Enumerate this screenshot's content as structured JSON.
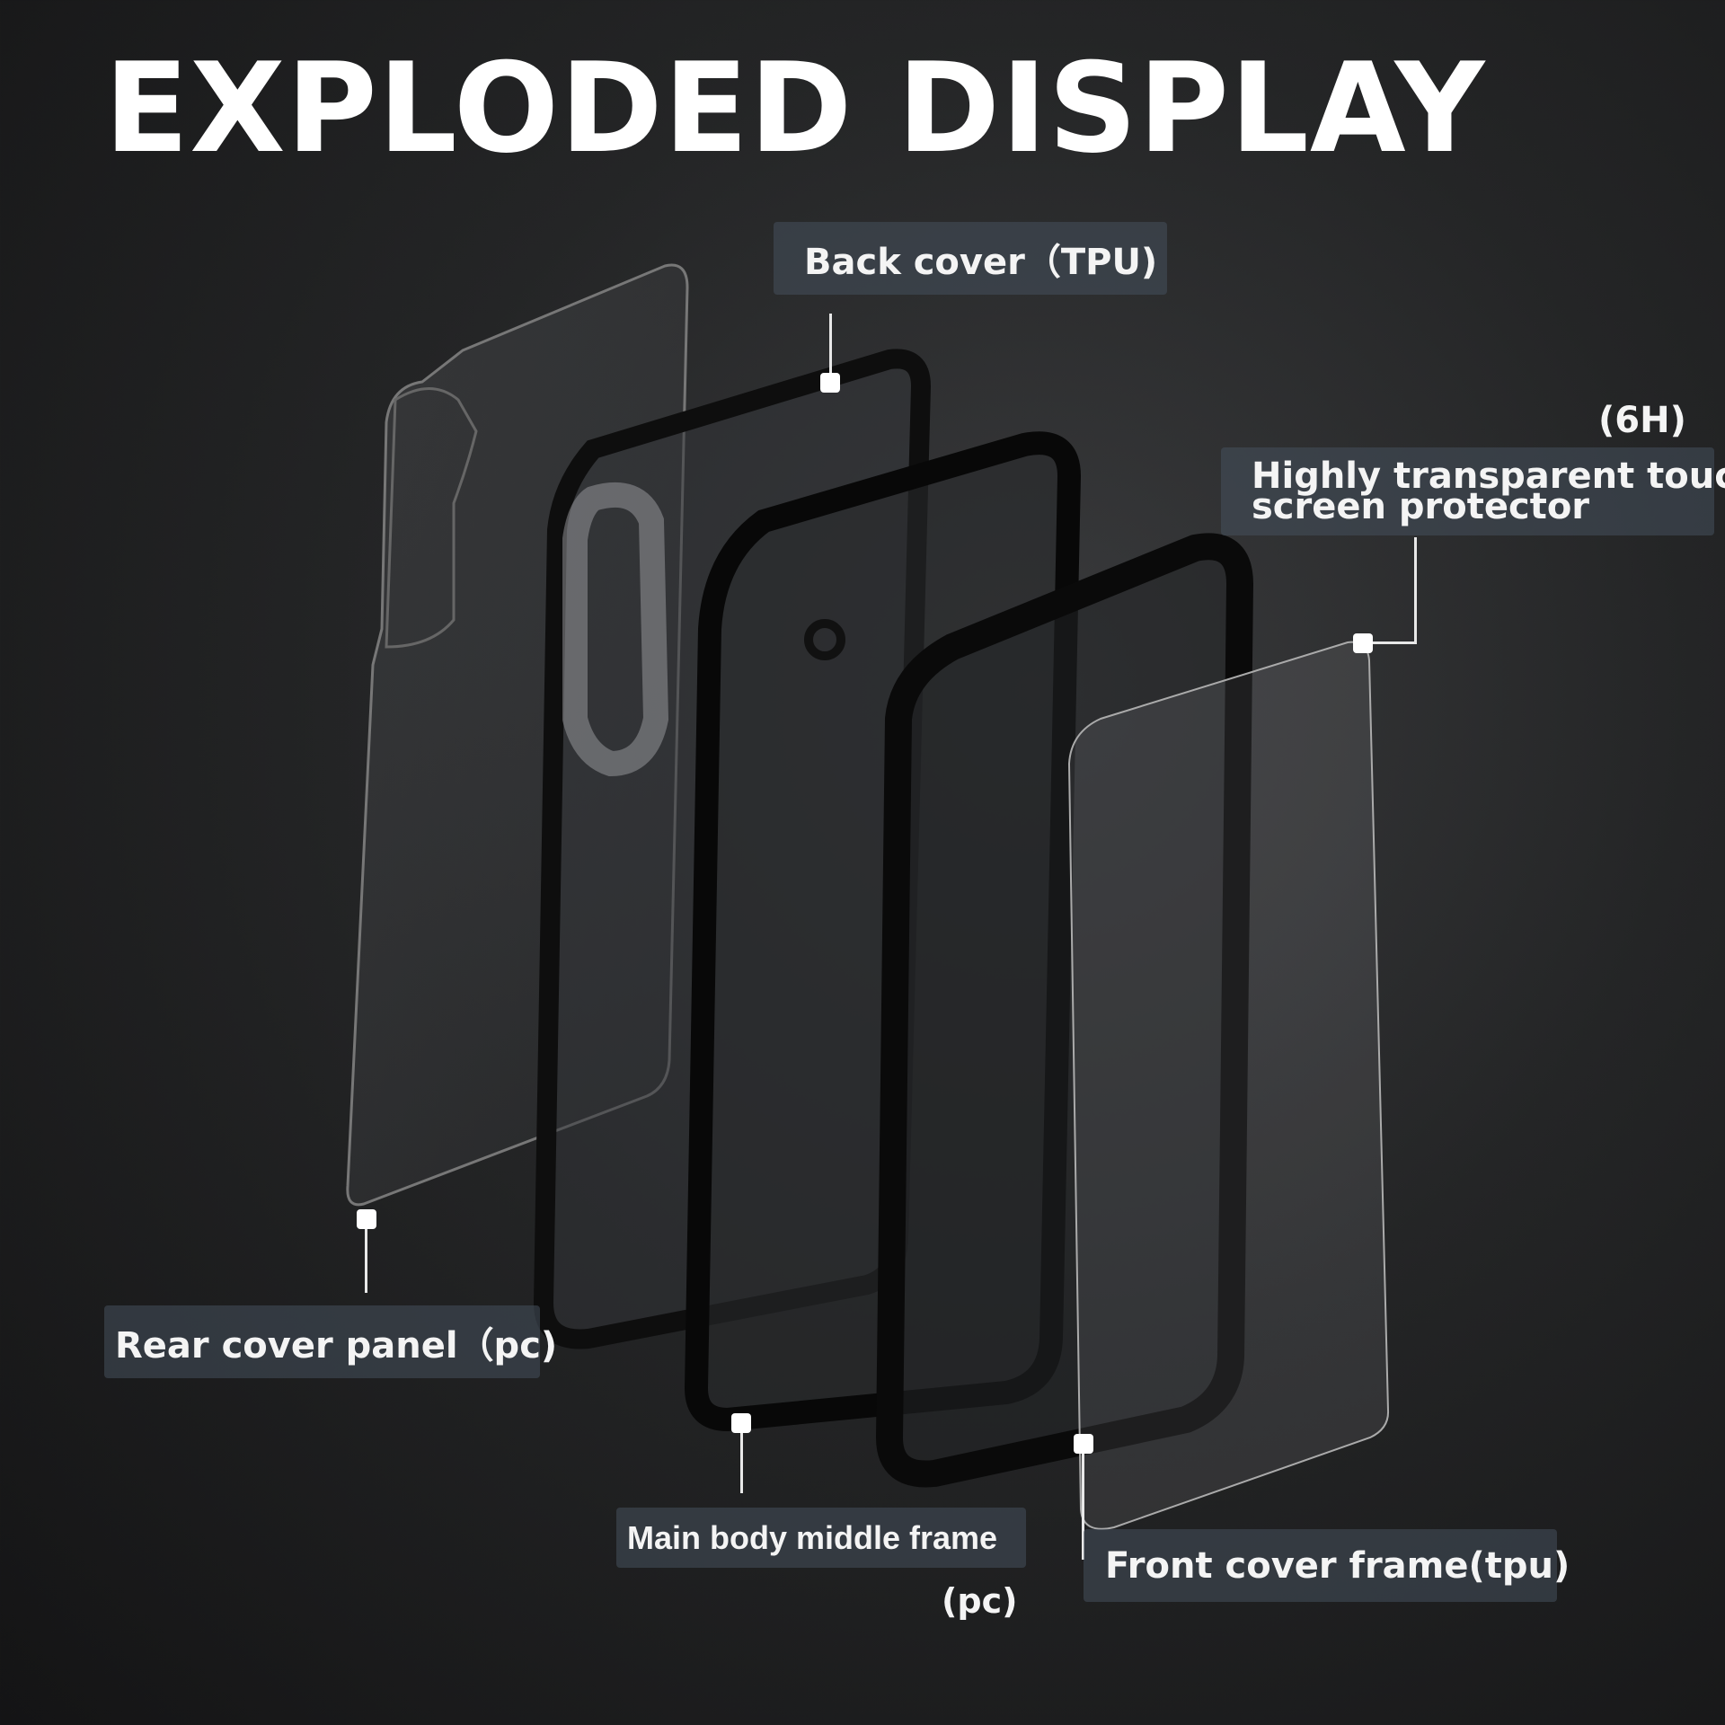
{
  "title": "EXPLODED DISPLAY",
  "labels": {
    "back_cover": "Back cover（TPU)",
    "screen_protector_line1": "Highly transparent touch",
    "screen_protector_line2": "screen protector",
    "screen_protector_note": "(6H)",
    "rear_cover": "Rear cover panel（pc)",
    "middle_frame": "Main body middle frame",
    "middle_frame_note": "(pc)",
    "front_cover": "Front cover frame(tpu)"
  }
}
